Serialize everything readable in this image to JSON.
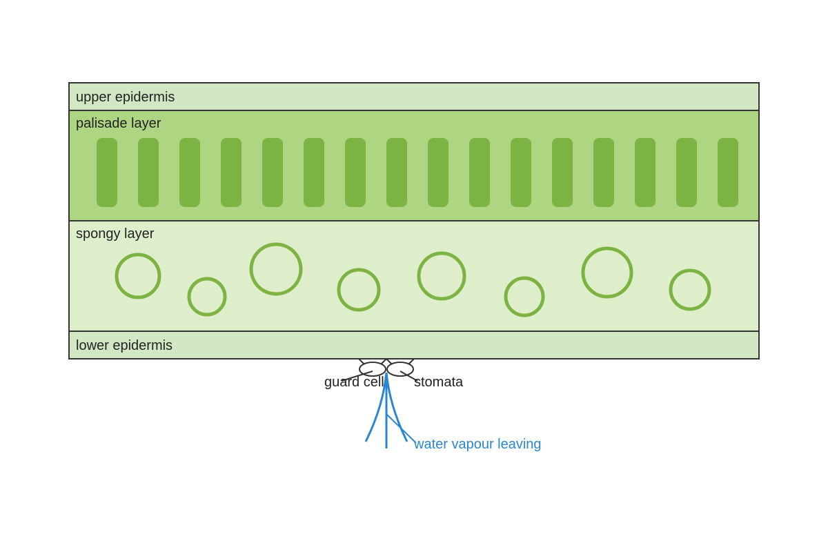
{
  "diagram": {
    "layers": {
      "upper_epidermis": "upper epidermis",
      "palisade": "palisade layer",
      "spongy": "spongy layer",
      "lower_epidermis": "lower epidermis"
    },
    "labels": {
      "guard_cell": "guard cell",
      "stomata": "stomata",
      "water_vapour": "water vapour leaving"
    },
    "palisade_cell_count": 16,
    "spongy_cell_count": 8,
    "colors": {
      "epidermis": "#d2e8c4",
      "palisade_bg": "#aed581",
      "palisade_cell": "#7cb342",
      "spongy_bg": "#dfeeca",
      "spongy_cell_stroke": "#7cb342",
      "water_vapour": "#2a86d1",
      "outline": "#333333"
    }
  }
}
